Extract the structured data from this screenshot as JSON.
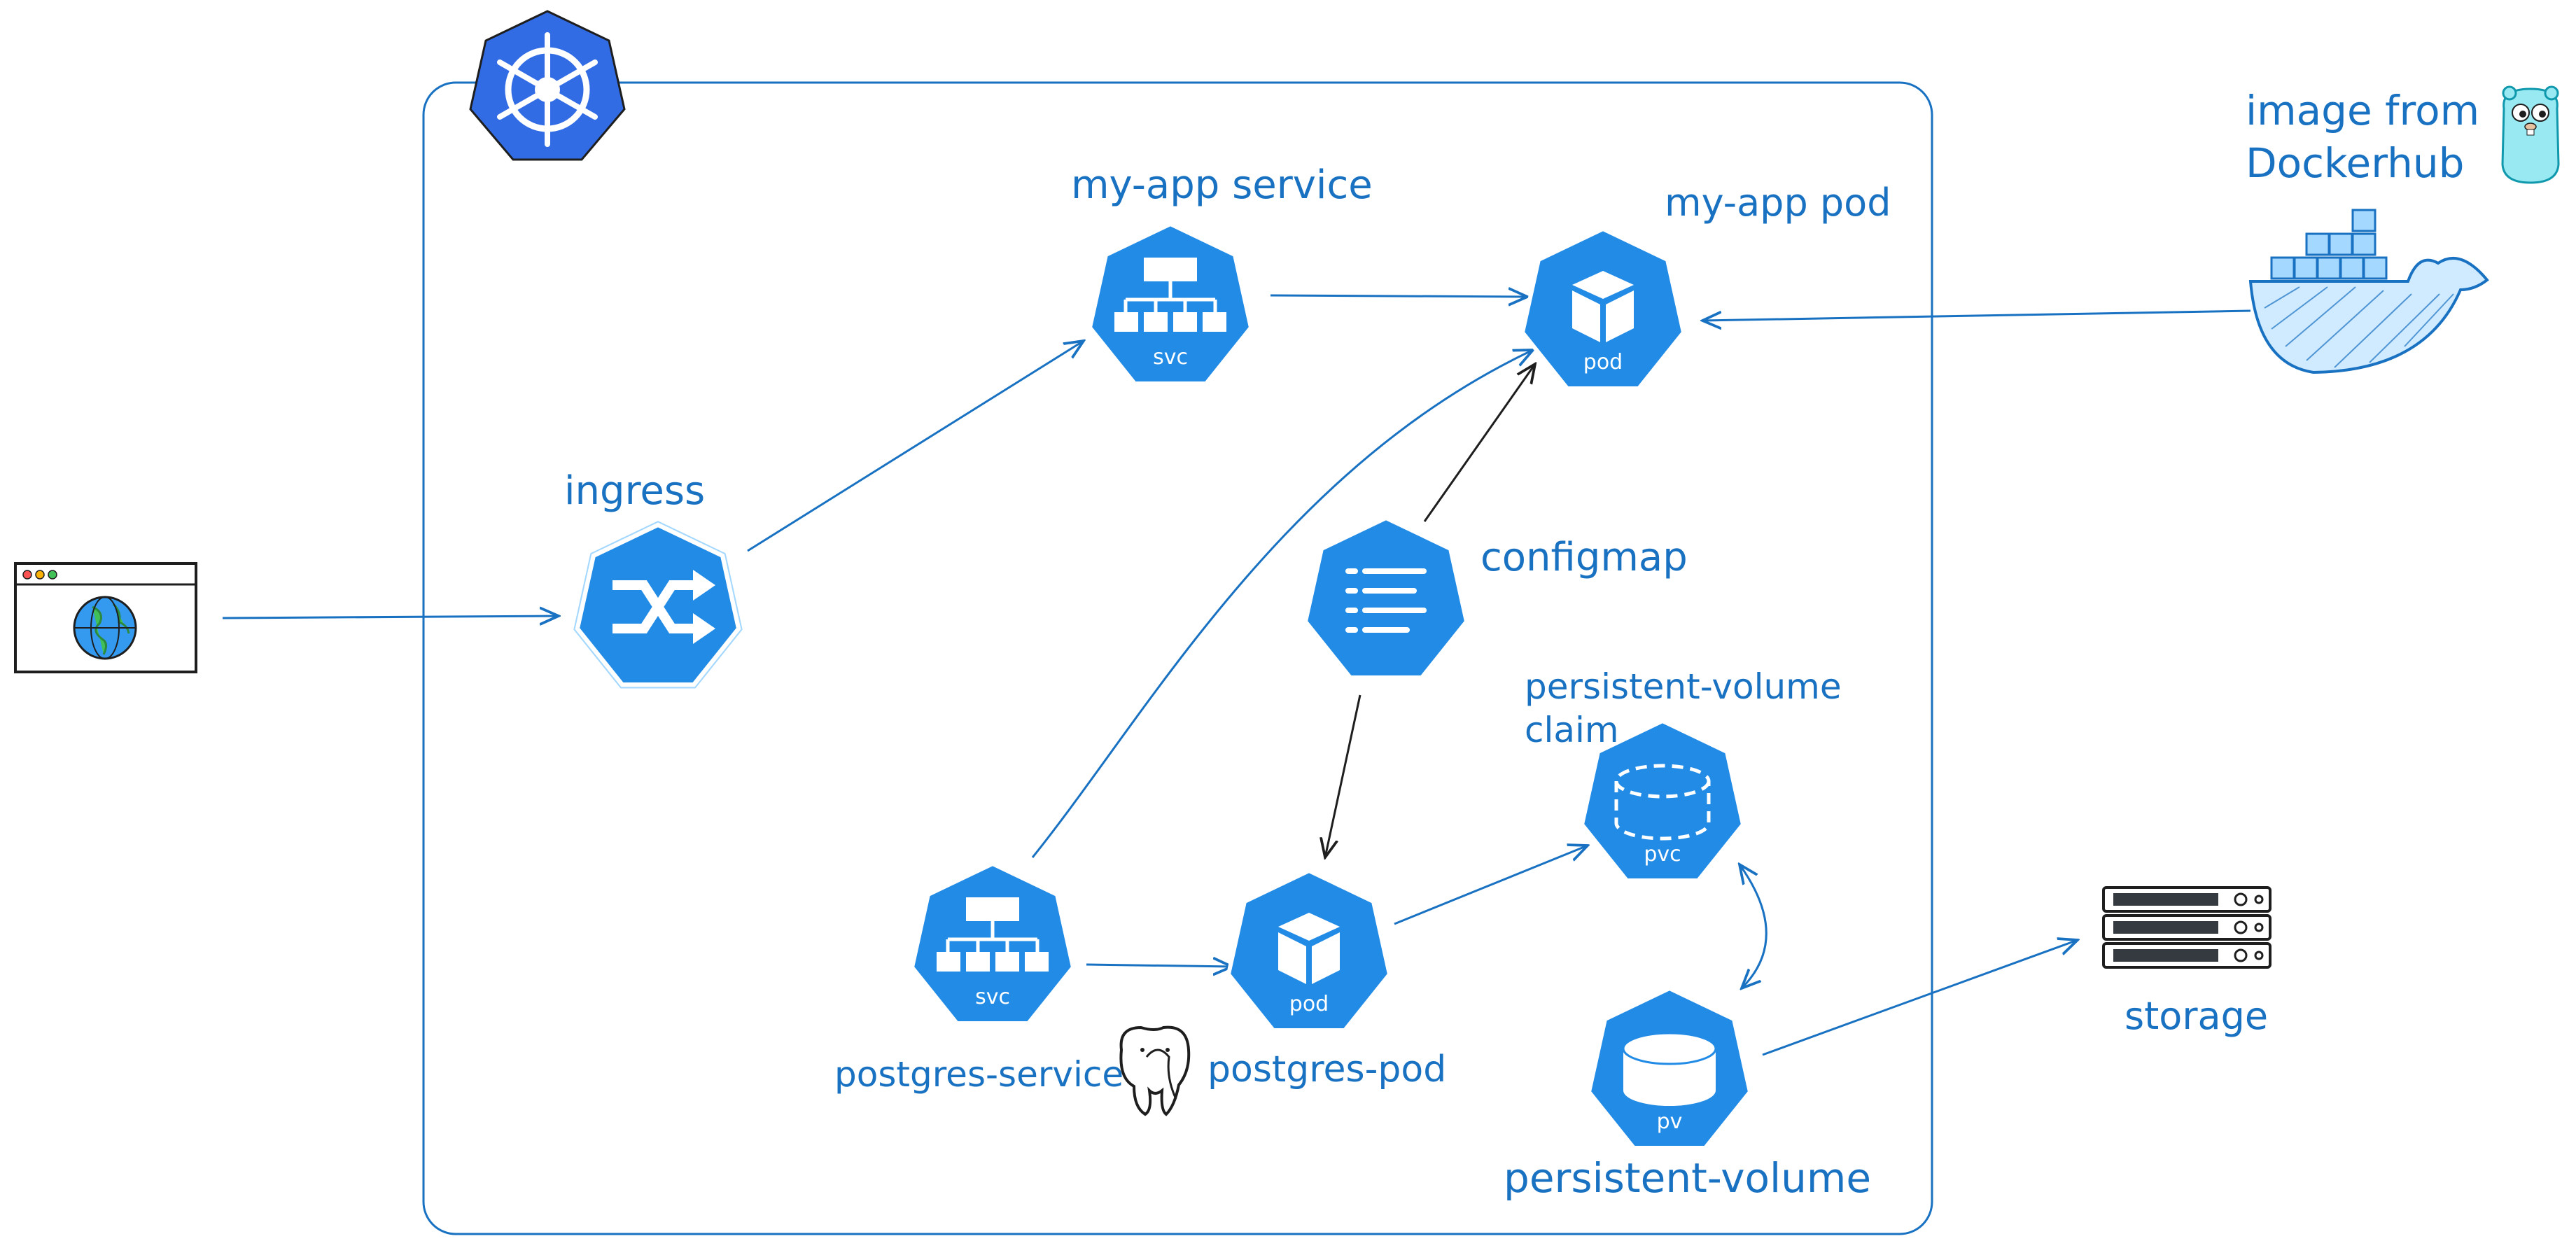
{
  "colors": {
    "accent": "#1971c2",
    "node_fill": "#228be6",
    "k8s_fill": "#326ce5",
    "ink": "#1e1e1e",
    "canvas": "#ffffff"
  },
  "cluster": {
    "icon": "kubernetes-helm-wheel-icon"
  },
  "browser": {
    "icon": "browser-window-globe-icon"
  },
  "nodes": {
    "ingress": {
      "title": "ingress",
      "icon": "shuffle-arrows-icon"
    },
    "my_app_service": {
      "title": "my-app service",
      "badge": "svc",
      "icon": "service-hierarchy-icon"
    },
    "my_app_pod": {
      "title": "my-app pod",
      "badge": "pod",
      "icon": "cube-icon"
    },
    "configmap": {
      "title": "configmap",
      "icon": "list-lines-icon"
    },
    "pvc": {
      "title_line1": "persistent-volume",
      "title_line2": "claim",
      "badge": "pvc",
      "icon": "dashed-cylinder-icon"
    },
    "postgres_service": {
      "title": "postgres-service",
      "badge": "svc",
      "icon": "service-hierarchy-icon"
    },
    "postgres_pod": {
      "title": "postgres-pod",
      "badge": "pod",
      "icon": "cube-icon"
    },
    "pv": {
      "title": "persistent-volume",
      "badge": "pv",
      "icon": "cylinder-icon"
    }
  },
  "dockerhub": {
    "title_line1": "image from",
    "title_line2": "Dockerhub",
    "icon": "docker-whale-icon",
    "mascot_icon": "gopher-mascot-icon"
  },
  "storage": {
    "title": "storage",
    "icon": "server-rack-icon"
  },
  "postgres": {
    "icon": "postgres-elephant-icon"
  }
}
